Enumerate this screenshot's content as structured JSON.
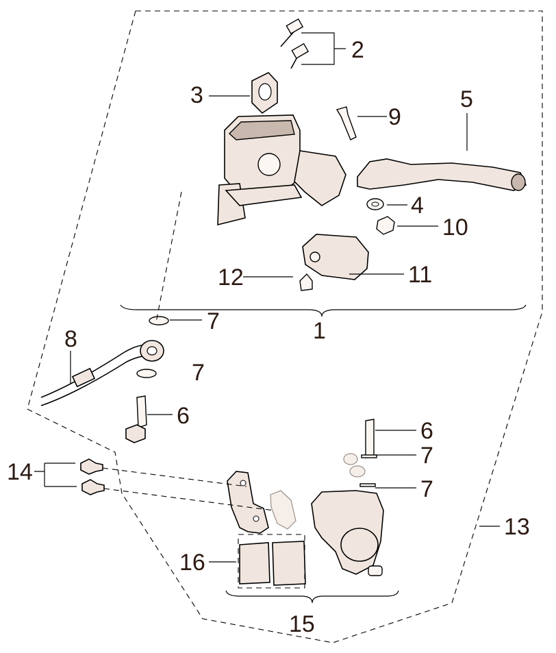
{
  "diagram": {
    "callouts": [
      {
        "id": "1",
        "label": "1"
      },
      {
        "id": "2",
        "label": "2"
      },
      {
        "id": "3",
        "label": "3"
      },
      {
        "id": "4",
        "label": "4"
      },
      {
        "id": "5",
        "label": "5"
      },
      {
        "id": "6a",
        "label": "6"
      },
      {
        "id": "6b",
        "label": "6"
      },
      {
        "id": "7a",
        "label": "7"
      },
      {
        "id": "7b",
        "label": "7"
      },
      {
        "id": "7c",
        "label": "7"
      },
      {
        "id": "7d",
        "label": "7"
      },
      {
        "id": "8",
        "label": "8"
      },
      {
        "id": "9",
        "label": "9"
      },
      {
        "id": "10",
        "label": "10"
      },
      {
        "id": "11",
        "label": "11"
      },
      {
        "id": "12",
        "label": "12"
      },
      {
        "id": "13",
        "label": "13"
      },
      {
        "id": "14",
        "label": "14"
      },
      {
        "id": "15",
        "label": "15"
      },
      {
        "id": "16",
        "label": "16"
      }
    ],
    "parts": [
      {
        "number": "1",
        "name": "master-cylinder-assembly"
      },
      {
        "number": "2",
        "name": "clamp-bolts"
      },
      {
        "number": "3",
        "name": "handlebar-clamp"
      },
      {
        "number": "4",
        "name": "lever-washer"
      },
      {
        "number": "5",
        "name": "brake-lever"
      },
      {
        "number": "6",
        "name": "banjo-bolt"
      },
      {
        "number": "7",
        "name": "sealing-washer"
      },
      {
        "number": "8",
        "name": "brake-hose"
      },
      {
        "number": "9",
        "name": "lever-pivot-bolt"
      },
      {
        "number": "10",
        "name": "lever-nut"
      },
      {
        "number": "11",
        "name": "brake-light-switch"
      },
      {
        "number": "12",
        "name": "switch-screw"
      },
      {
        "number": "13",
        "name": "front-brake-assembly"
      },
      {
        "number": "14",
        "name": "caliper-mount-bolts"
      },
      {
        "number": "15",
        "name": "caliper-assembly"
      },
      {
        "number": "16",
        "name": "brake-pads"
      }
    ],
    "colors": {
      "label": "#2b1a12",
      "part_fill": "#f1e6df",
      "outline": "#000000"
    }
  }
}
